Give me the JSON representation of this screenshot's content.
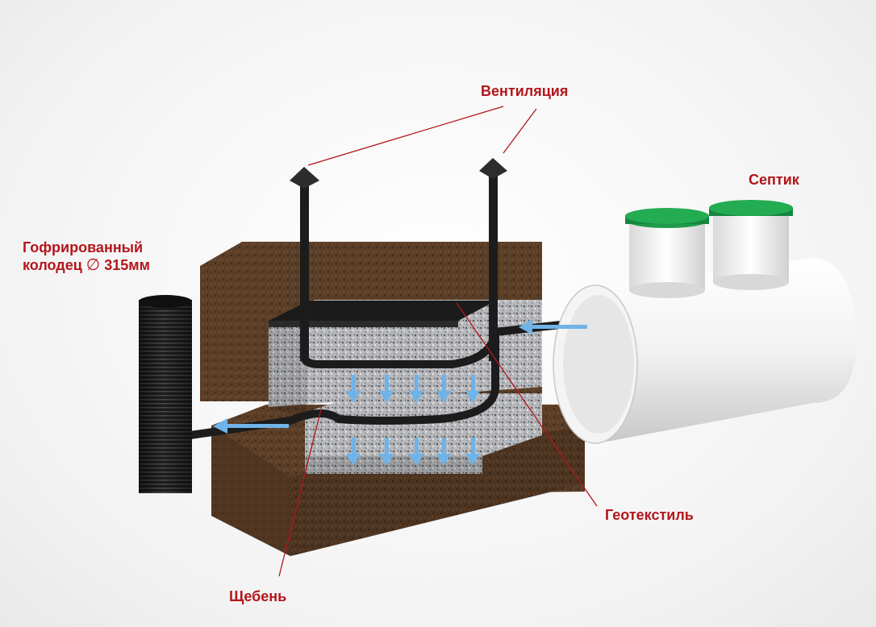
{
  "labels": {
    "ventilation": "Вентиляция",
    "septic": "Септик",
    "well_line1": "Гофрированный",
    "well_line2_prefix": "колодец ",
    "well_diameter_symbol": "∅",
    "well_diameter_value": "315мм",
    "geotextile": "Геотекстиль",
    "gravel": "Щебень"
  },
  "colors": {
    "label_text": "#b3161c",
    "leader_line": "#b3161c",
    "soil": "#5a3d26",
    "gravel": "#b9b9bb",
    "pipe": "#1c1c1c",
    "tank": "#eeeeee",
    "tank_lid": "#1e9a4a",
    "flow_arrow": "#6fb3e8"
  },
  "icons": {
    "flow": "down-arrow-icon",
    "inflow": "left-arrow-icon"
  }
}
